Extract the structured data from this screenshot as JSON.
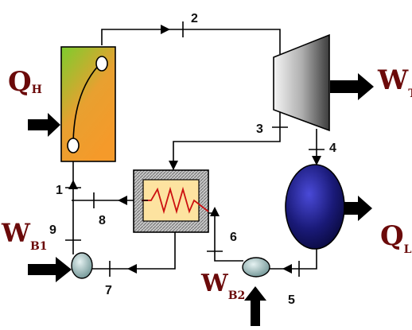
{
  "labels": {
    "heat_in": "Q",
    "heat_in_sub": "H",
    "turbine_work": "W",
    "turbine_work_sub": "T",
    "heat_out": "Q",
    "heat_out_sub": "L",
    "pump1_work": "W",
    "pump1_work_sub": "B1",
    "pump2_work": "W",
    "pump2_work_sub": "B2"
  },
  "state_points": [
    "1",
    "2",
    "3",
    "4",
    "5",
    "6",
    "7",
    "8",
    "9"
  ],
  "colors": {
    "boiler_top": "#7ccd2e",
    "boiler_bottom": "#f59a2a",
    "condenser": "#1a1a78",
    "pump": "#7fa3a3",
    "label": "#6b0a0a",
    "feedwater_heater_inner": "#fde3a0",
    "coil": "#cc1010"
  }
}
